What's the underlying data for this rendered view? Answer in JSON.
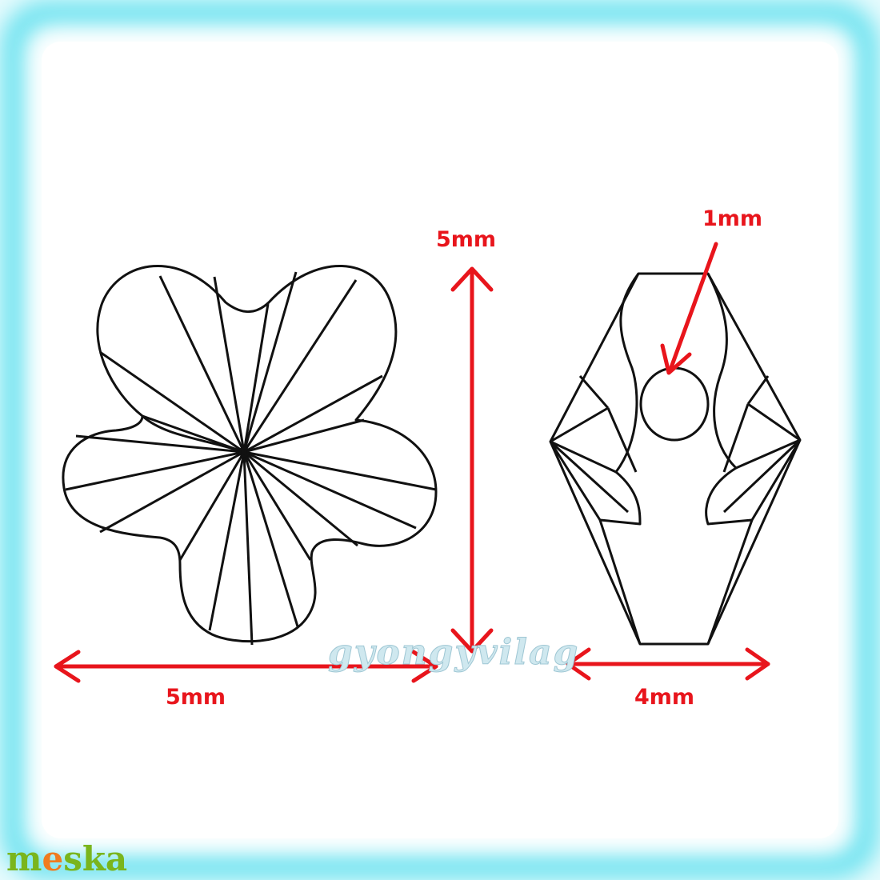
{
  "labels": {
    "height": "5mm",
    "width_front": "5mm",
    "width_side": "4mm",
    "hole": "1mm"
  },
  "watermark": "gyongyvilag",
  "brand": {
    "part1": "m",
    "part2": "e",
    "part3": "ska"
  },
  "colors": {
    "frame_glow": "#6fe3f0",
    "arrow": "#e8151c",
    "outline": "#111111",
    "brand_green": "#7ab51d",
    "brand_orange": "#f07b1f"
  }
}
